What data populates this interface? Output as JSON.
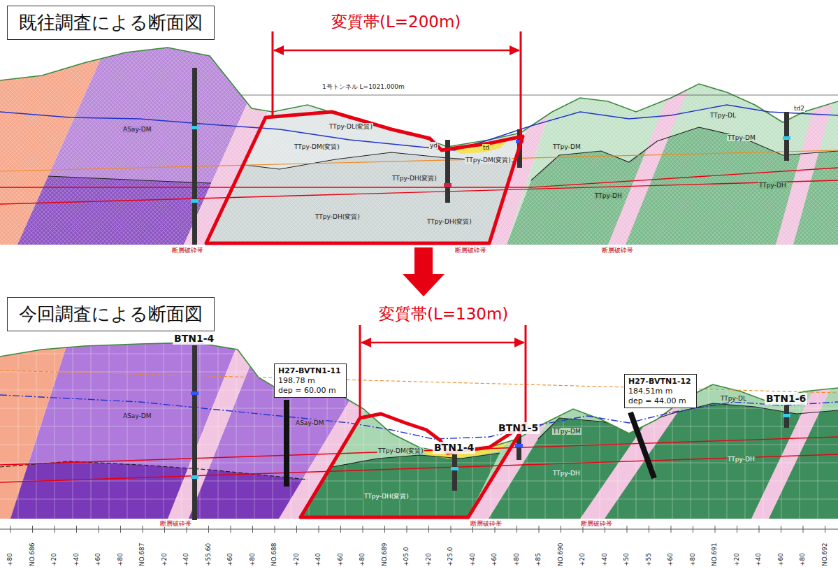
{
  "diagram": {
    "nodes": [
      {
        "text": [
          "既往調査による断面図"
        ]
      },
      {
        "text": [
          "今回調査による断面図"
        ]
      },
      {
        "text": [
          "H27-BVTN1-11",
          "198.78 m",
          "dep = 60.00 m"
        ]
      },
      {
        "text": [
          "H27-BVTN1-12",
          "184.51m m",
          "dep = 44.00 m"
        ]
      }
    ],
    "labels": [
      "変質帯(L=200m)",
      "変質帯(L=130m)",
      "1号トンネル L=1021.000m",
      "BTN1-4",
      "BTN1-4",
      "BTN1-5",
      "BTN1-6",
      "ASay-DM",
      "TTpy-DL(変質)",
      "TTpy-DM(変質)",
      "TTpy-DM(変質)",
      "TTpy-DH(変質)",
      "TTpy-DH(変質)",
      "TTpy-DH(変質)",
      "yd",
      "td",
      "TTpy-DL",
      "TTpy-DM",
      "TTpy-DM",
      "TTpy-DH",
      "TTpy-DH",
      "td2",
      "断層破砕帯",
      "断層破砕帯",
      "断層破砕帯",
      "ASay-DM",
      "ASay-DM",
      "TTpy-DM(変質)",
      "TTpy-DH(変質)",
      "TTpy-DM",
      "TTpy-DL",
      "TTpy-DH",
      "TTpy-DH",
      "断層破砕帯",
      "断層破砕帯",
      "断層破砕帯",
      "+80",
      "NO.686",
      "+20",
      "+40",
      "+60",
      "+80",
      "NO.687",
      "+20",
      "+40",
      "+55.60",
      "+60",
      "+80",
      "NO.688",
      "+20",
      "+40",
      "+60",
      "+80",
      "NO.689",
      "+05.0",
      "+20",
      "+25.0",
      "+40",
      "+60",
      "+80",
      "+85",
      "NO.690",
      "+20",
      "+40",
      "+50",
      "+55",
      "+60",
      "+80",
      "NO.691",
      "+20",
      "+40",
      "+60",
      "+80",
      "NO.692"
    ]
  }
}
